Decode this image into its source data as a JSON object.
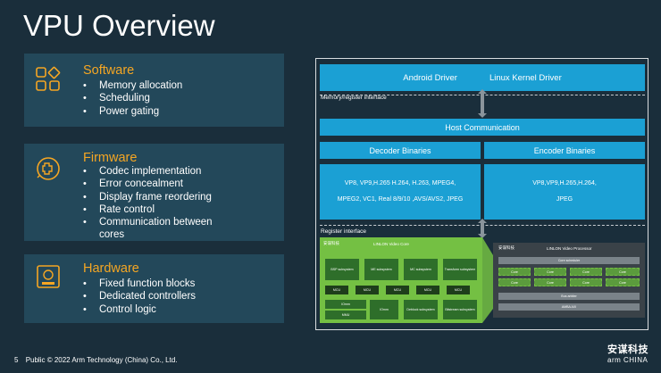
{
  "title": "VPU Overview",
  "panels": {
    "software": {
      "title": "Software",
      "icon": "apps-grid-icon",
      "items": [
        "Memory allocation",
        "Scheduling",
        "Power gating"
      ]
    },
    "firmware": {
      "title": "Firmware",
      "icon": "firmware-chip-icon",
      "items": [
        "Codec implementation",
        "Error concealment",
        "Display frame reordering",
        "Rate control",
        "Communication between",
        "cores"
      ]
    },
    "hardware": {
      "title": "Hardware",
      "icon": "hardware-box-icon",
      "items": [
        "Fixed function blocks",
        "Dedicated controllers",
        "Control logic"
      ]
    }
  },
  "diagram": {
    "drivers": [
      "Android Driver",
      "Linux Kernel Driver"
    ],
    "memory_interface": "Memory/register interface",
    "host_communication": "Host Communication",
    "decoder_binaries": "Decoder Binaries",
    "encoder_binaries": "Encoder Binaries",
    "decoder_formats_line1": "VP8, VP9,H.265 H.264,  H.263, MPEG4,",
    "decoder_formats_line2": "MPEG2, VC1, Real 8/9/10 ,AVS/AVS2, JPEG",
    "encoder_formats_line1": "VP8,VP9,H.265,H.264,",
    "encoder_formats_line2": "JPEG",
    "register_interface": "Register interface",
    "video_core": {
      "logo": "安谋科技",
      "title": "LINLON Video Core",
      "blocks": [
        "BSP subsystem",
        "ME subsystem",
        "MC subsystem",
        "Transform subsystem"
      ],
      "mcu": [
        "MCU",
        "MCU",
        "MCU",
        "MCU",
        "MCU"
      ],
      "bottom": [
        "IOmm",
        "IOmm",
        "Deblock subsystem",
        "Bitstream subsystem"
      ],
      "extra": "MMU"
    },
    "video_processor": {
      "logo": "安谋科技",
      "title": "LINLON Video Processor",
      "scheduler": "Core scheduler",
      "cores": [
        "Core",
        "Core",
        "Core",
        "Core",
        "Core",
        "Core",
        "Core",
        "Core"
      ],
      "bus": "Bus arbiter",
      "amba": "AMBA AXI"
    }
  },
  "footer": {
    "page_number": "5",
    "text": "Public © 2022 Arm Technology (China) Co., Ltd."
  },
  "logo": {
    "cn": "安谋科技",
    "en": "arm CHINA"
  },
  "colors": {
    "background": "#1a2e3b",
    "panel": "#23485a",
    "accent_orange": "#f5a623",
    "diagram_blue": "#1ba0d4",
    "core_green": "#74c043"
  }
}
